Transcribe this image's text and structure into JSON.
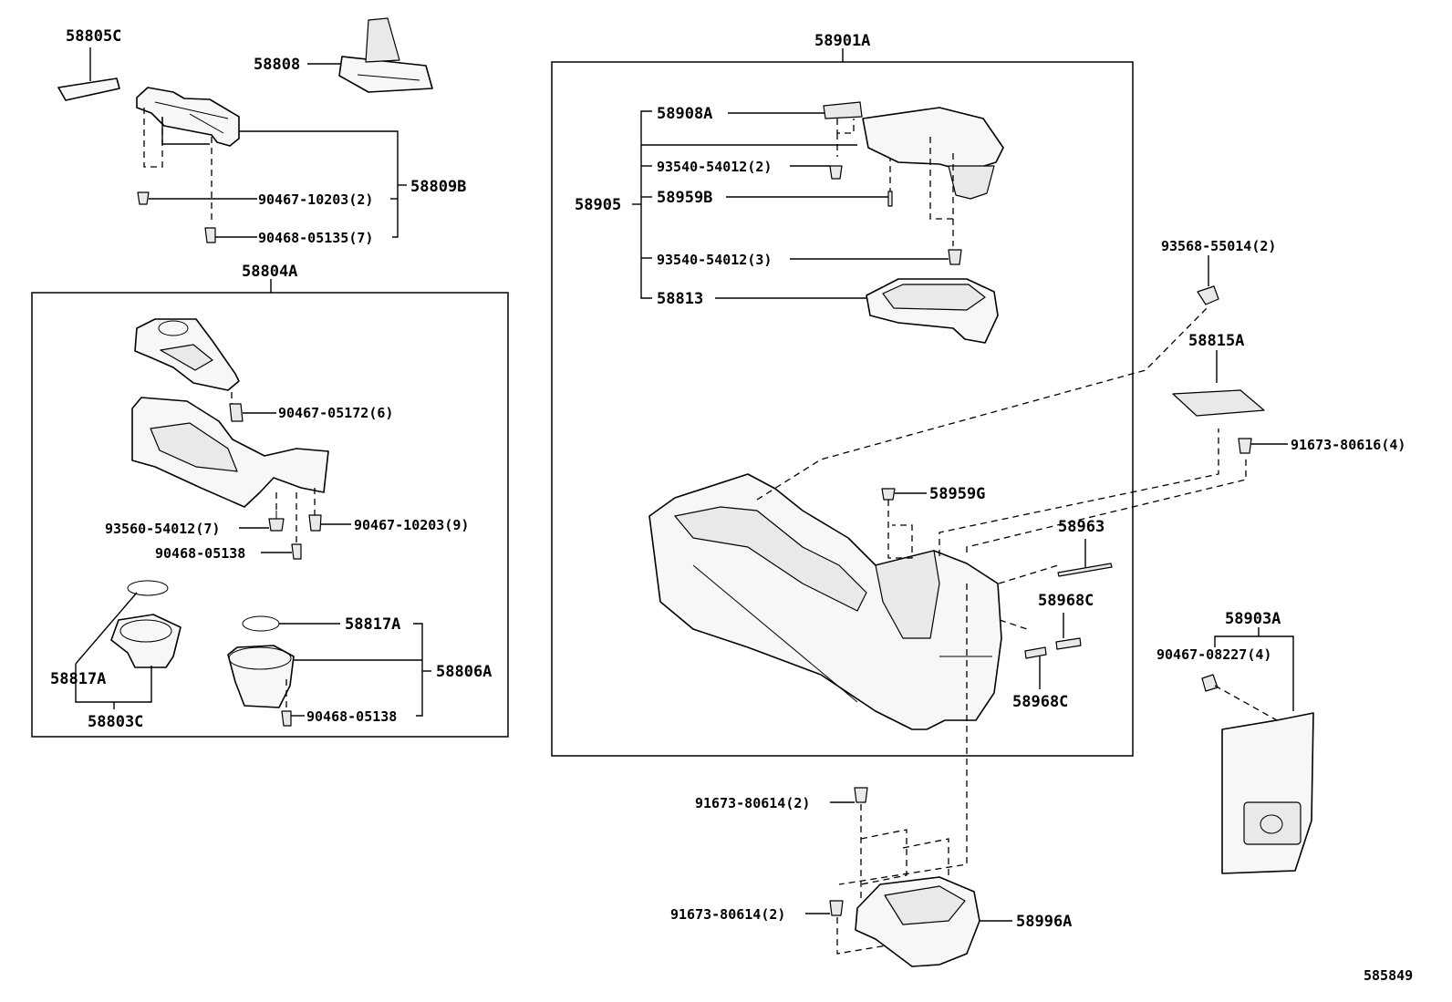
{
  "diagram": {
    "code": "585849",
    "labels": {
      "l58805C": "58805C",
      "l58808": "58808",
      "l58809B": "58809B",
      "l90467_10203_2": "90467-10203(2)",
      "l90468_05135_7": "90468-05135(7)",
      "l58804A": "58804A",
      "l90467_05172_6": "90467-05172(6)",
      "l93560_54012_7": "93560-54012(7)",
      "l90467_10203_9": "90467-10203(9)",
      "l90468_05138_a": "90468-05138",
      "l58817A_a": "58817A",
      "l58817A_b": "58817A",
      "l58806A": "58806A",
      "l90468_05138_b": "90468-05138",
      "l58803C": "58803C",
      "l58901A": "58901A",
      "l58908A": "58908A",
      "l93540_54012_2": "93540-54012(2)",
      "l58959B": "58959B",
      "l58905": "58905",
      "l93540_54012_3": "93540-54012(3)",
      "l58813": "58813",
      "l58959G": "58959G",
      "l58963": "58963",
      "l58968C_a": "58968C",
      "l58968C_b": "58968C",
      "l93568_55014_2": "93568-55014(2)",
      "l58815A": "58815A",
      "l91673_80616_4": "91673-80616(4)",
      "l58903A": "58903A",
      "l90467_08227_4": "90467-08227(4)",
      "l91673_80614_2a": "91673-80614(2)",
      "l91673_80614_2b": "91673-80614(2)",
      "l58996A": "58996A"
    }
  }
}
